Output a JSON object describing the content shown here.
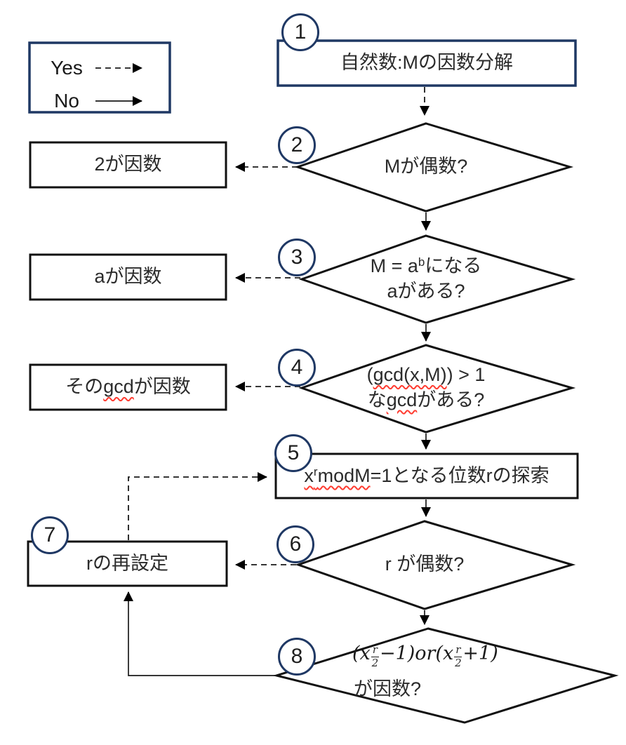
{
  "colors": {
    "accent_navy": "#1f3864",
    "shape_black": "#000000",
    "squiggle_red": "#ff3b30",
    "text": "#2b2b2b"
  },
  "legend": {
    "yes": "Yes",
    "no": "No"
  },
  "nodes": {
    "n1": {
      "num": "1",
      "text": "自然数:Mの因数分解"
    },
    "n2": {
      "num": "2",
      "question": "Mが偶数?",
      "yes_result": "2が因数"
    },
    "n3": {
      "num": "3",
      "q_line1_pre": "M = a",
      "q_line1_sup": "b",
      "q_line1_post": "になる",
      "q_line2": "aがある?",
      "yes_result": "aが因数"
    },
    "n4": {
      "num": "4",
      "q_line1_pre": "(",
      "q_line1_sq": "gcd(x,M)",
      "q_line1_post": ") > 1",
      "q_line2_pre": "な",
      "q_line2_sq": "gcd",
      "q_line2_post": "がある?",
      "yes_pre": "その",
      "yes_sq": "gcd",
      "yes_post": "が因数"
    },
    "n5": {
      "num": "5",
      "base": "x",
      "sup": "r",
      "mid": "modM",
      "rest": " =1となる位数rの探索"
    },
    "n6": {
      "num": "6",
      "question": "r が偶数?"
    },
    "n7": {
      "num": "7",
      "text": "rの再設定"
    },
    "n8": {
      "num": "8",
      "open1": "(",
      "x": "x",
      "frac_num": "r",
      "frac_den": "2",
      "seg1": "−1)",
      "or": "or",
      "open2": "(",
      "seg2": "+1)",
      "line2": "が因数?"
    }
  }
}
